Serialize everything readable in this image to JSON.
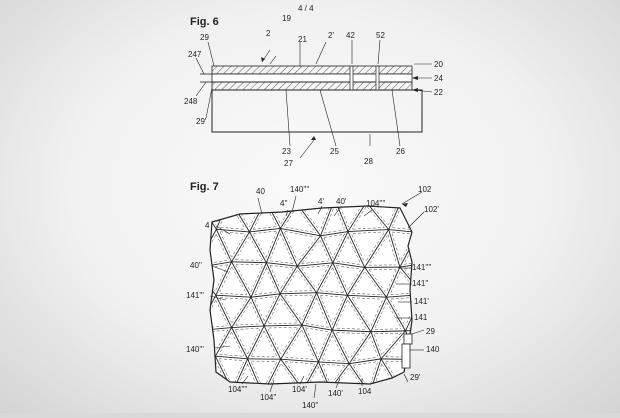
{
  "page_number": "4 / 4",
  "figures": [
    {
      "title": "Fig. 6",
      "labels": [
        "19",
        "2",
        "2'",
        "21",
        "29",
        "247",
        "42",
        "52",
        "20",
        "24",
        "22",
        "248",
        "29'",
        "23",
        "27",
        "25",
        "28",
        "26"
      ]
    },
    {
      "title": "Fig. 7",
      "labels": [
        "40",
        "140''''",
        "4''",
        "4'",
        "40'",
        "104''''",
        "102",
        "102'",
        "4",
        "40''",
        "141''''",
        "141''",
        "141'''",
        "141'",
        "141",
        "29",
        "140",
        "140'''",
        "104''''",
        "104''",
        "104'",
        "140'",
        "104",
        "140''",
        "29'"
      ]
    }
  ]
}
